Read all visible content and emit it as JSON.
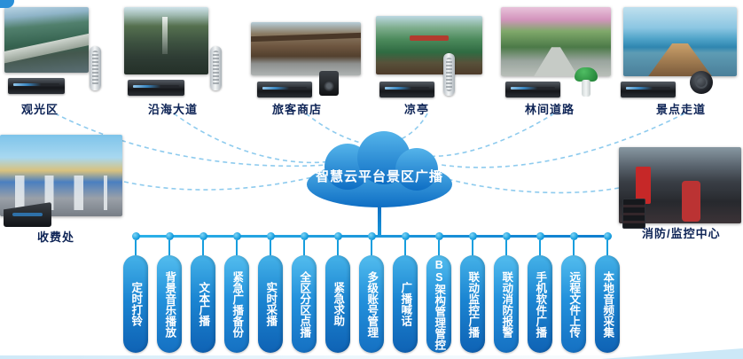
{
  "cloud": {
    "title": "智慧云平台景区广播"
  },
  "sites": {
    "top": [
      {
        "label": "观光区"
      },
      {
        "label": "沿海大道"
      },
      {
        "label": "旅客商店"
      },
      {
        "label": "凉亭"
      },
      {
        "label": "林间道路"
      },
      {
        "label": "景点走道"
      }
    ],
    "left": {
      "label": "收费处"
    },
    "right": {
      "label": "消防/监控中心"
    }
  },
  "features": [
    "定时打铃",
    "背景音乐播放",
    "文本广播",
    "紧急广播备份",
    "实时采播",
    "全区分区点播",
    "紧急求助",
    "多级账号管理",
    "广播喊话",
    "BS架构管理管控",
    "联动监控广播",
    "联动消防报警",
    "手机软件广播",
    "远程文件上传",
    "本地音频采集"
  ],
  "colors": {
    "accent": "#1479cc",
    "line": "#169ede",
    "label": "#0e2456",
    "pill_top": "#45b2e8",
    "pill_bottom": "#0f62b4"
  }
}
